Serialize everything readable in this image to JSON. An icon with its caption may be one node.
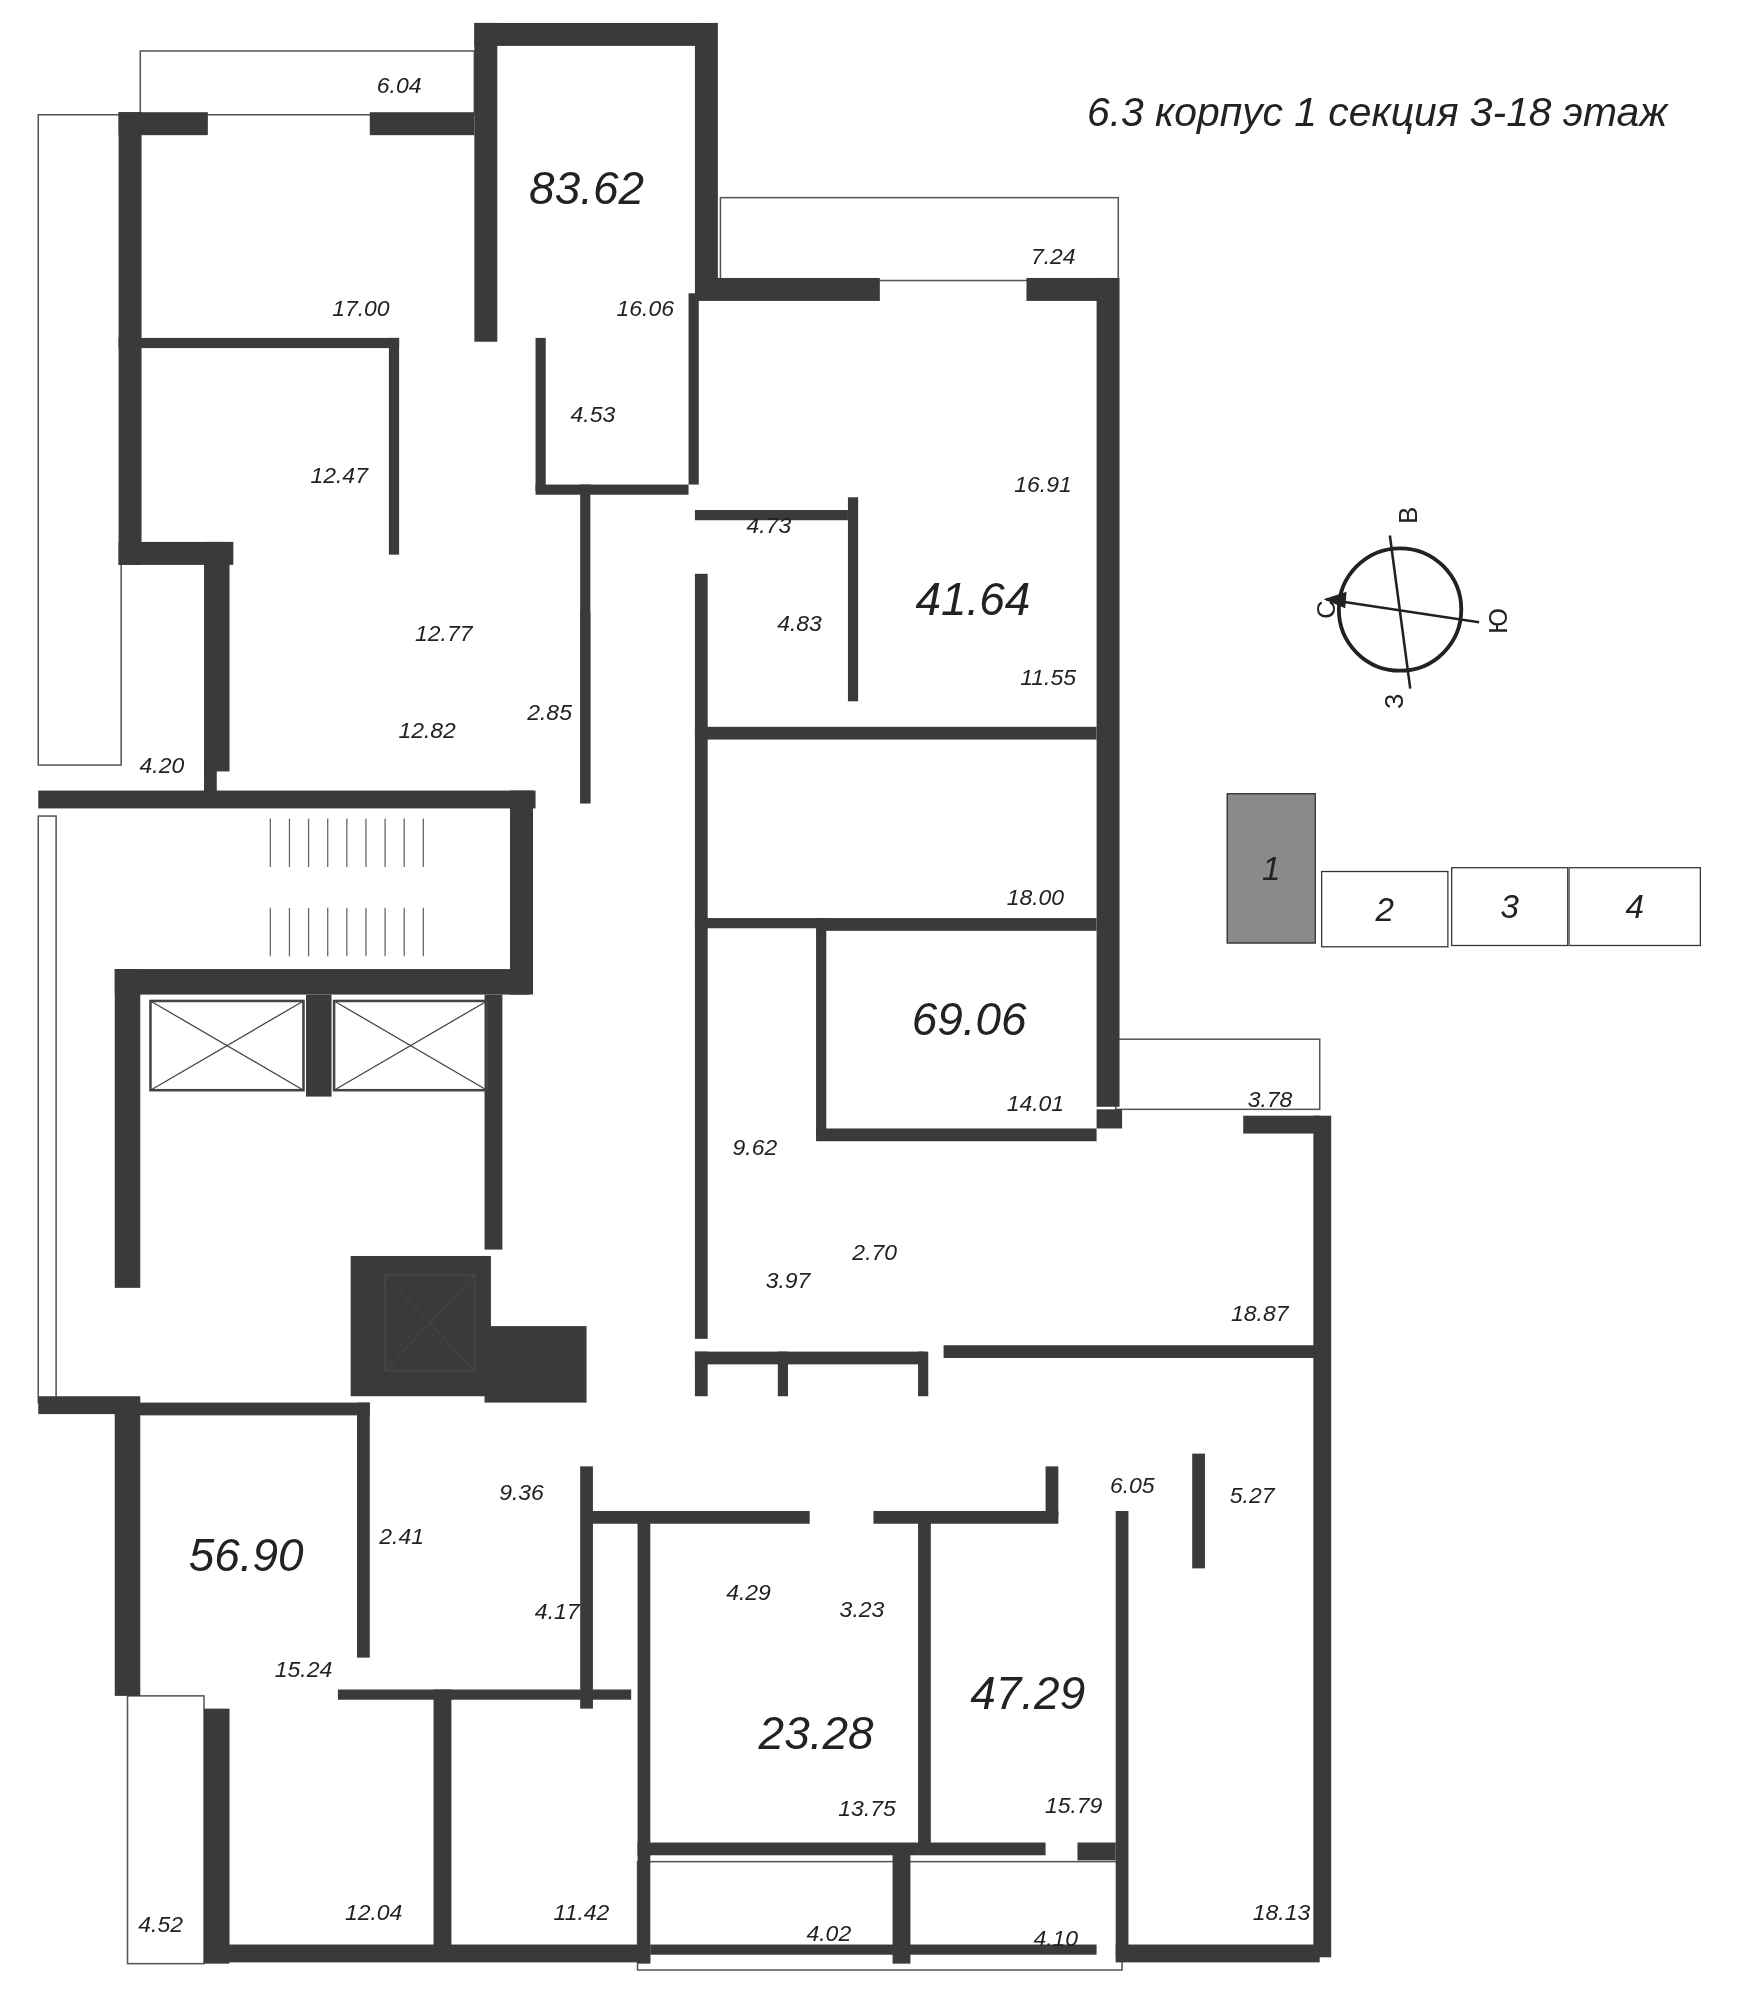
{
  "diagram": {
    "title": "6.3 корпус 1 секция 3-18 этаж",
    "nodes": [
      {
        "text": [
          "1"
        ]
      },
      {
        "text": [
          "2"
        ]
      },
      {
        "text": [
          "3"
        ]
      },
      {
        "text": [
          "4"
        ]
      }
    ],
    "labels": [
      "83.62",
      "6.04",
      "7.24",
      "17.00",
      "16.06",
      "4.53",
      "12.47",
      "16.91",
      "В",
      "4.73",
      "41.64",
      "С",
      "4.83",
      "Ю",
      "12.77",
      "11.55",
      "З",
      "2.85",
      "12.82",
      "4.20",
      "18.00",
      "69.06",
      "14.01",
      "3.78",
      "9.62",
      "2.70",
      "3.97",
      "18.87",
      "9.36",
      "6.05",
      "5.27",
      "2.41",
      "56.90",
      "4.29",
      "4.17",
      "3.23",
      "15.24",
      "47.29",
      "23.28",
      "13.75",
      "15.79",
      "12.04",
      "11.42",
      "4.52",
      "4.02",
      "4.10",
      "18.13"
    ]
  }
}
